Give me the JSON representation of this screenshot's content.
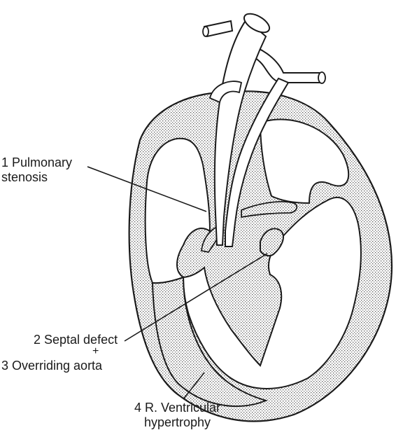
{
  "labels": {
    "pulmonary_stenosis": {
      "line1": "1 Pulmonary",
      "line2": "stenosis"
    },
    "septal_defect": {
      "text": "2 Septal defect",
      "plus": "+"
    },
    "overriding_aorta": {
      "text": "3 Overriding aorta"
    },
    "rv_hypertrophy": {
      "line1": "4 R. Ventricular",
      "line2": "hypertrophy"
    }
  },
  "colors": {
    "outline": "#1a1a1a",
    "muscle_fill": "#c8c8c8",
    "background": "#ffffff"
  }
}
